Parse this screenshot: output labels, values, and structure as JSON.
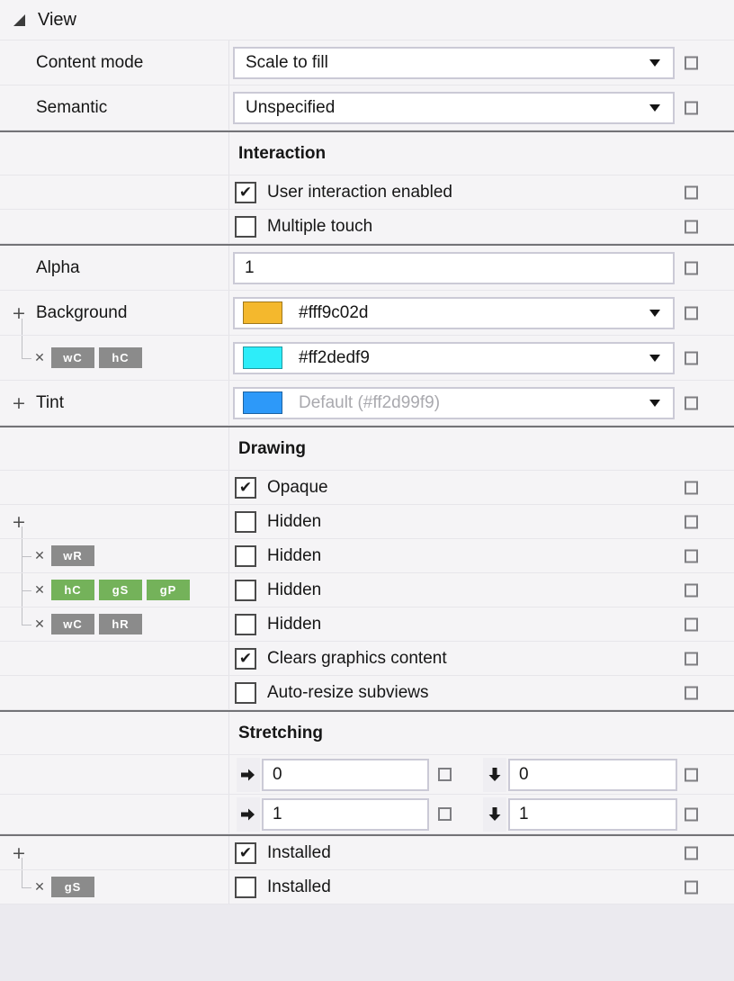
{
  "icons": {
    "check": "✔",
    "plus": "+",
    "remove": "✕"
  },
  "colors": {
    "background_swatch": "#f4b82d",
    "variation_swatch": "#2dedf9",
    "tint_swatch": "#2d99f9",
    "badge_gray": "#8b8b8b",
    "badge_green": "#74b25a"
  },
  "view": {
    "title": "View"
  },
  "rows": {
    "content_mode": {
      "label": "Content mode",
      "value": "Scale to fill"
    },
    "semantic": {
      "label": "Semantic",
      "value": "Unspecified"
    },
    "interaction": {
      "title": "Interaction"
    },
    "user_interaction": {
      "label": "User interaction enabled",
      "checked": true
    },
    "multiple_touch": {
      "label": "Multiple touch",
      "checked": false
    },
    "alpha": {
      "label": "Alpha",
      "value": "1"
    },
    "background": {
      "label": "Background",
      "value": "#fff9c02d"
    },
    "background_variation": {
      "badges": [
        "wC",
        "hC"
      ],
      "value": "#ff2dedf9"
    },
    "tint": {
      "label": "Tint",
      "placeholder": "Default (#ff2d99f9)"
    },
    "drawing": {
      "title": "Drawing"
    },
    "opaque": {
      "label": "Opaque",
      "checked": true
    },
    "hidden": {
      "label": "Hidden",
      "checked": false
    },
    "hidden_var1": {
      "badges": [
        "wR"
      ],
      "label": "Hidden",
      "checked": false
    },
    "hidden_var2": {
      "badges": [
        "hC",
        "gS",
        "gP"
      ],
      "label": "Hidden",
      "checked": false
    },
    "hidden_var3": {
      "badges": [
        "wC",
        "hR"
      ],
      "label": "Hidden",
      "checked": false
    },
    "clears_graphics": {
      "label": "Clears graphics content",
      "checked": true
    },
    "autoresize": {
      "label": "Auto-resize subviews",
      "checked": false
    },
    "stretching": {
      "title": "Stretching"
    },
    "stretch_x": {
      "value": "0"
    },
    "stretch_y": {
      "value": "0"
    },
    "stretch_width": {
      "value": "1"
    },
    "stretch_height": {
      "value": "1"
    },
    "installed": {
      "label": "Installed",
      "checked": true
    },
    "installed_variation": {
      "badges": [
        "gS"
      ],
      "label": "Installed",
      "checked": false
    }
  }
}
